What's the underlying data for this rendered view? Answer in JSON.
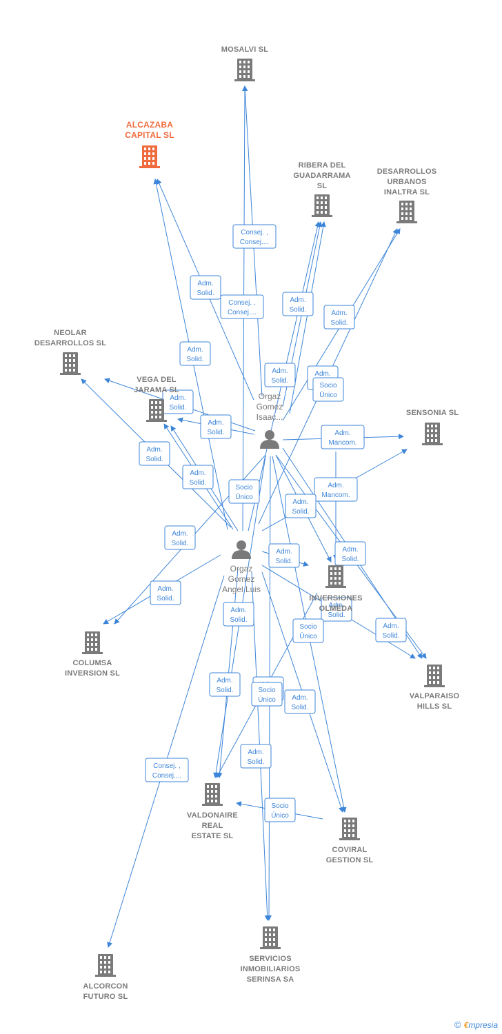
{
  "colors": {
    "edge": "#3d85d8",
    "building": "#7a7a7a",
    "accent_building": "#ef6a3c",
    "person": "#7a7a7a"
  },
  "nodes": [
    {
      "id": "mosalvi",
      "type": "company",
      "lines": [
        "MOSALVI SL"
      ]
    },
    {
      "id": "alcazaba",
      "type": "company",
      "accent": true,
      "lines": [
        "ALCAZABA",
        "CAPITAL  SL"
      ]
    },
    {
      "id": "ribera",
      "type": "company",
      "lines": [
        "RIBERA DEL",
        "GUADARRAMA",
        "SL"
      ]
    },
    {
      "id": "desarrollos_urbanos",
      "type": "company",
      "lines": [
        "DESARROLLOS",
        "URBANOS",
        "INALTRA  SL"
      ]
    },
    {
      "id": "neolar",
      "type": "company",
      "lines": [
        "NEOLAR",
        "DESARROLLOS SL"
      ]
    },
    {
      "id": "vega",
      "type": "company",
      "lines": [
        "VEGA DEL",
        "JARAMA  SL"
      ]
    },
    {
      "id": "sensonia",
      "type": "company",
      "lines": [
        "SENSONIA  SL"
      ]
    },
    {
      "id": "inversiones",
      "type": "company",
      "lines": [
        "INVERSIONES",
        "OLMEDA"
      ]
    },
    {
      "id": "columsa",
      "type": "company",
      "lines": [
        "COLUMSA",
        "INVERSION  SL"
      ]
    },
    {
      "id": "valparaiso",
      "type": "company",
      "lines": [
        "VALPARAISO",
        "HILLS  SL"
      ]
    },
    {
      "id": "valdonaire",
      "type": "company",
      "lines": [
        "VALDONAIRE",
        "REAL",
        "ESTATE  SL"
      ]
    },
    {
      "id": "coviral",
      "type": "company",
      "lines": [
        "COVIRAL",
        "GESTION  SL"
      ]
    },
    {
      "id": "serinsa",
      "type": "company",
      "lines": [
        "SERVICIOS",
        "INMOBILIARIOS",
        "SERINSA SA"
      ]
    },
    {
      "id": "alcorcon",
      "type": "company",
      "lines": [
        "ALCORCON",
        "FUTURO SL"
      ]
    },
    {
      "id": "isaac",
      "type": "person",
      "lines": [
        "Orgaz",
        "Gomez",
        "Isaac..."
      ]
    },
    {
      "id": "angel",
      "type": "person",
      "lines": [
        "Orgaz",
        "Gomez",
        "Angel Luis"
      ]
    }
  ],
  "edge_labels": [
    {
      "id": "l1",
      "lines": [
        "Consej. ,",
        "Consej...."
      ]
    },
    {
      "id": "l2",
      "lines": [
        "Adm.",
        "Solid."
      ]
    },
    {
      "id": "l3",
      "lines": [
        "Consej. ,",
        "Consej...."
      ]
    },
    {
      "id": "l4",
      "lines": [
        "Adm.",
        "Solid."
      ]
    },
    {
      "id": "l5",
      "lines": [
        "Adm.",
        "Solid."
      ]
    },
    {
      "id": "l6",
      "lines": [
        "Adm.",
        "Solid."
      ]
    },
    {
      "id": "l7",
      "lines": [
        "Adm.",
        "Solid."
      ]
    },
    {
      "id": "l8",
      "lines": [
        "Adm.",
        "Solid."
      ]
    },
    {
      "id": "l9",
      "lines": [
        "Socio",
        "Único"
      ]
    },
    {
      "id": "l10",
      "lines": [
        "Adm.",
        "Solid."
      ]
    },
    {
      "id": "l11",
      "lines": [
        "Adm.",
        "Solid."
      ]
    },
    {
      "id": "l12",
      "lines": [
        "Adm.",
        "Mancom."
      ]
    },
    {
      "id": "l13",
      "lines": [
        "Adm.",
        "Solid."
      ]
    },
    {
      "id": "l14",
      "lines": [
        "Adm.",
        "Solid."
      ]
    },
    {
      "id": "l15",
      "lines": [
        "Socio",
        "Único"
      ]
    },
    {
      "id": "l16",
      "lines": [
        "Adm.",
        "Mancom."
      ]
    },
    {
      "id": "l17",
      "lines": [
        "Adm.",
        "Solid."
      ]
    },
    {
      "id": "l18",
      "lines": [
        "Adm.",
        "Solid."
      ]
    },
    {
      "id": "l19",
      "lines": [
        "Adm.",
        "Solid."
      ]
    },
    {
      "id": "l20",
      "lines": [
        "Adm.",
        "Solid."
      ]
    },
    {
      "id": "l21",
      "lines": [
        "Adm.",
        "Solid."
      ]
    },
    {
      "id": "l22",
      "lines": [
        "Adm.",
        "Solid."
      ]
    },
    {
      "id": "l23",
      "lines": [
        "Adm.",
        "Solid."
      ]
    },
    {
      "id": "l24",
      "lines": [
        "Socio",
        "Único"
      ]
    },
    {
      "id": "l25",
      "lines": [
        "Adm.",
        "Solid."
      ]
    },
    {
      "id": "l26",
      "lines": [
        "Adm.",
        "Solid."
      ]
    },
    {
      "id": "l27",
      "lines": [
        "Adm.",
        "Solid."
      ]
    },
    {
      "id": "l28",
      "lines": [
        "Socio",
        "Único"
      ]
    },
    {
      "id": "l29",
      "lines": [
        "Adm.",
        "Solid."
      ]
    },
    {
      "id": "l30",
      "lines": [
        "Adm.",
        "Solid."
      ]
    },
    {
      "id": "l31",
      "lines": [
        "Consej. ,",
        "Consej...."
      ]
    },
    {
      "id": "l32",
      "lines": [
        "Socio",
        "Único"
      ]
    }
  ],
  "footer": {
    "copyright": "©",
    "brand_first": "€",
    "brand_rest": "mpresia"
  }
}
